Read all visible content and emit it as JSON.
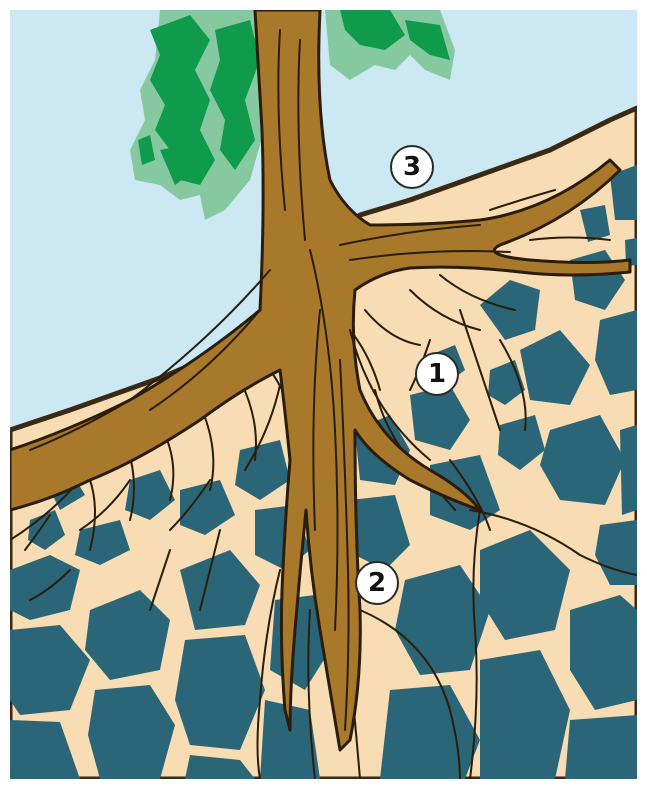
{
  "labels": {
    "callout_1": "1",
    "callout_2": "2",
    "callout_3": "3"
  },
  "colors": {
    "sky": "#cce9f3",
    "soil": "#f8dcb3",
    "soil_outline": "#3a2a14",
    "rock": "#2a6677",
    "trunk": "#a8792a",
    "trunk_line": "#2a1d0c",
    "foliage_dark": "#0f9a4c",
    "foliage_light": "#86c9a0",
    "root_fine": "#2a1d0c"
  }
}
